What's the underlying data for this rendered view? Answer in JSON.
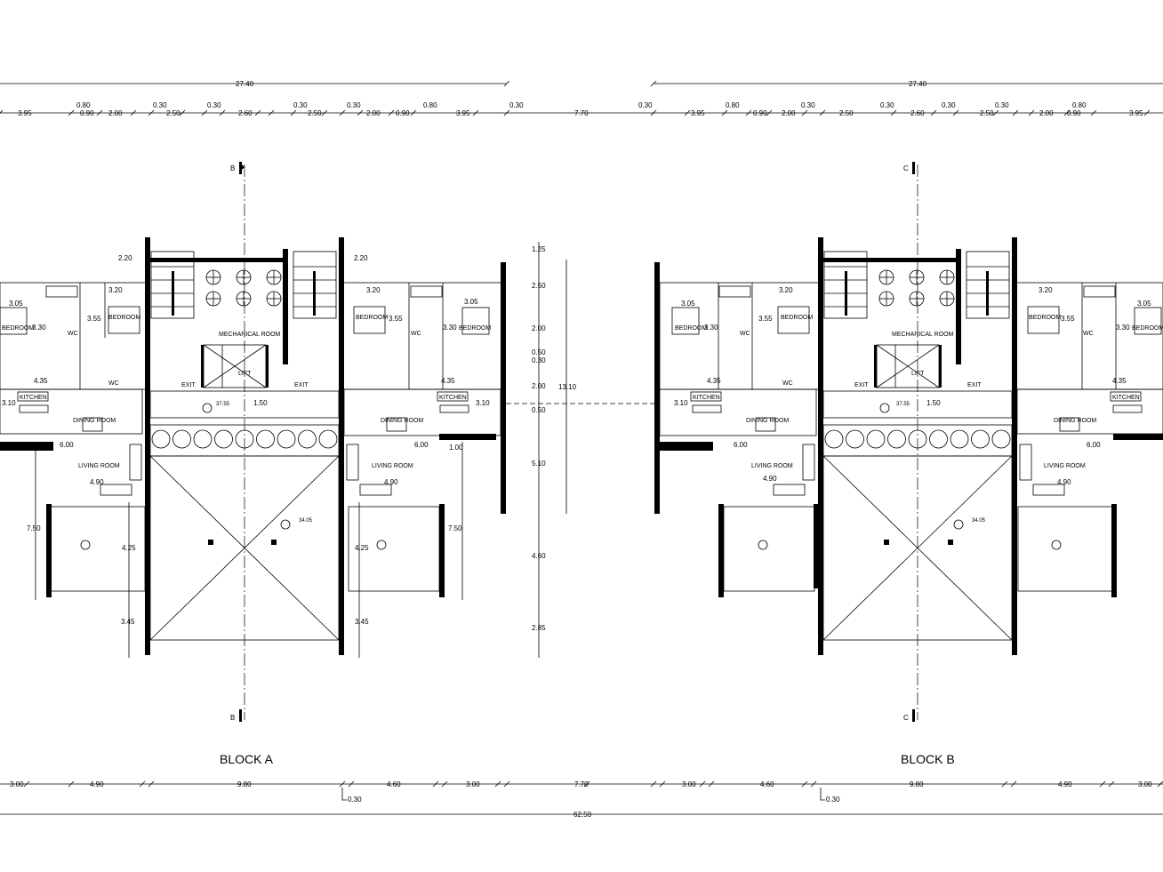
{
  "blocks": [
    {
      "title": "BLOCK A",
      "section_marker": "B",
      "top_overall": "27.40",
      "top_dims": [
        "3.95",
        "0.90",
        "2.00",
        "2.50",
        "2.60",
        "2.50",
        "2.00",
        "0.90",
        "3.95"
      ],
      "top_small": [
        "0.80",
        "0.30",
        "0.30",
        "0.30",
        "0.30",
        "0.80",
        "0.30"
      ],
      "bottom_dims": [
        "3.00",
        "4.90",
        "9.80",
        "4.60",
        "3.00"
      ],
      "bottom_small": "0.30",
      "rooms": {
        "mechanical": "MECHANICAL ROOM",
        "lift": "LIFT",
        "exit": "EXIT",
        "bedroom": "BEDROOM",
        "wc": "WC",
        "kitchen": "KITCHEN",
        "dining": "DINING ROOM",
        "living": "LIVING ROOM"
      },
      "room_dims": {
        "d220": "2.20",
        "d320": "3.20",
        "d305": "3.05",
        "d330": "3.30",
        "d355": "3.55",
        "d435": "4.35",
        "d310": "3.10",
        "d600": "6.00",
        "d490": "4.90",
        "d750": "7.50",
        "d425": "4.25",
        "d345": "3.45",
        "d150": "1.50",
        "d100": "1.00"
      },
      "levels": {
        "center": "34.05",
        "upper": "37.55"
      }
    },
    {
      "title": "BLOCK B",
      "section_marker": "C",
      "top_overall": "27.40",
      "bottom_small": "0.30"
    }
  ],
  "mid_dims": {
    "gap": "7.70",
    "vertical": [
      "1.25",
      "2.50",
      "2.00",
      "0.50",
      "0.30",
      "2.00",
      "0.50",
      "5.10",
      "4.60",
      "2.85"
    ],
    "vertical_total": "13.10"
  },
  "overall_bottom": "62.50"
}
